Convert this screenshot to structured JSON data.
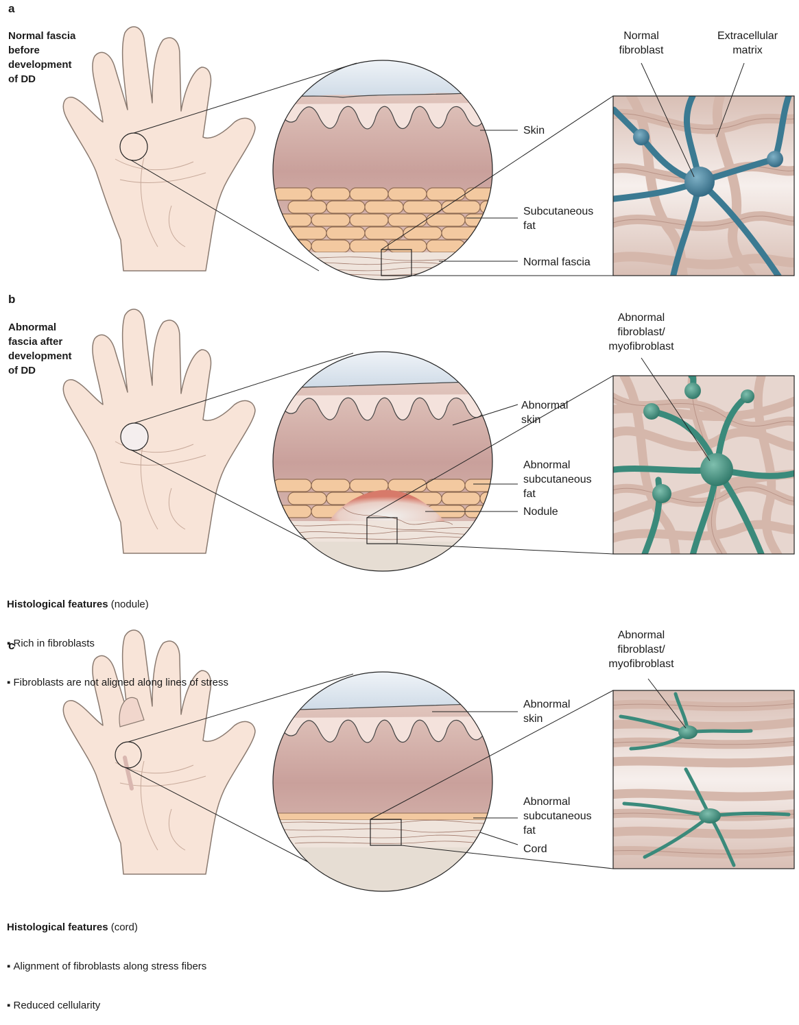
{
  "panels": [
    {
      "letter": "a",
      "hand_caption": "Normal fascia\nbefore\ndevelopment\nof DD",
      "circle_labels": [
        "Skin",
        "Subcutaneous\nfat",
        "Normal fascia"
      ],
      "cell_labels": [
        "Normal\nfibroblast",
        "Extracellular\nmatrix"
      ]
    },
    {
      "letter": "b",
      "hand_caption": "Abnormal\nfascia after\ndevelopment\nof DD",
      "circle_labels": [
        "Abnormal\nskin",
        "Abnormal\nsubcutaneous\nfat",
        "Nodule"
      ],
      "cell_labels": [
        "Abnormal\nfibroblast/\nmyofibroblast"
      ],
      "features": {
        "title": "Histological features",
        "qualifier": "(nodule)",
        "items": [
          "Rich in fibroblasts",
          "Fibroblasts are not aligned along lines of stress"
        ]
      }
    },
    {
      "letter": "c",
      "circle_labels": [
        "Abnormal\nskin",
        "Abnormal\nsubcutaneous\nfat",
        "Cord"
      ],
      "cell_labels": [
        "Abnormal\nfibroblast/\nmyofibroblast"
      ],
      "features": {
        "title": "Histological features",
        "qualifier": "(cord)",
        "items": [
          "Alignment of fibroblasts along stress fibers",
          "Reduced cellularity"
        ]
      }
    }
  ],
  "colors": {
    "hand_fill": "#f8e4d8",
    "hand_line": "#8a7a70",
    "skin_top": "#eedad2",
    "skin_bottom": "#c49a96",
    "fat_cell": "#f3c9a0",
    "matrix_fiber": "#d5b7ab",
    "fibroblast_normal": "#3b7a92",
    "fibroblast_abnormal": "#3a8a7b",
    "sky": "#dce6ef"
  }
}
